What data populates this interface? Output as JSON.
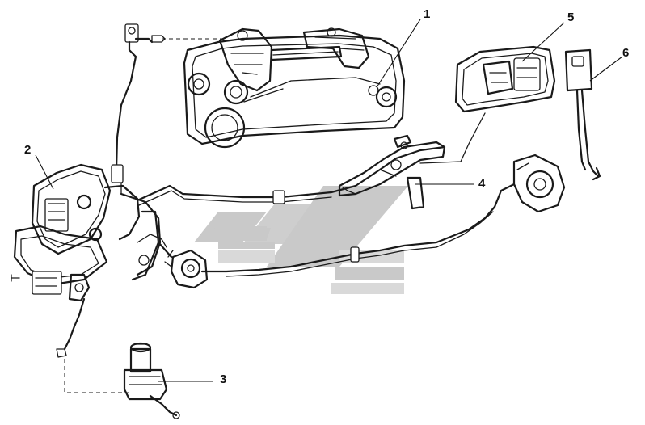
{
  "callouts": [
    {
      "id": "1",
      "label": "1"
    },
    {
      "id": "2",
      "label": "2"
    },
    {
      "id": "3",
      "label": "3"
    },
    {
      "id": "4",
      "label": "4"
    },
    {
      "id": "5",
      "label": "5"
    },
    {
      "id": "6",
      "label": "6"
    }
  ],
  "colors": {
    "line": "#1a1a1a",
    "watermark": "#c9c9c9",
    "background": "#ffffff"
  }
}
